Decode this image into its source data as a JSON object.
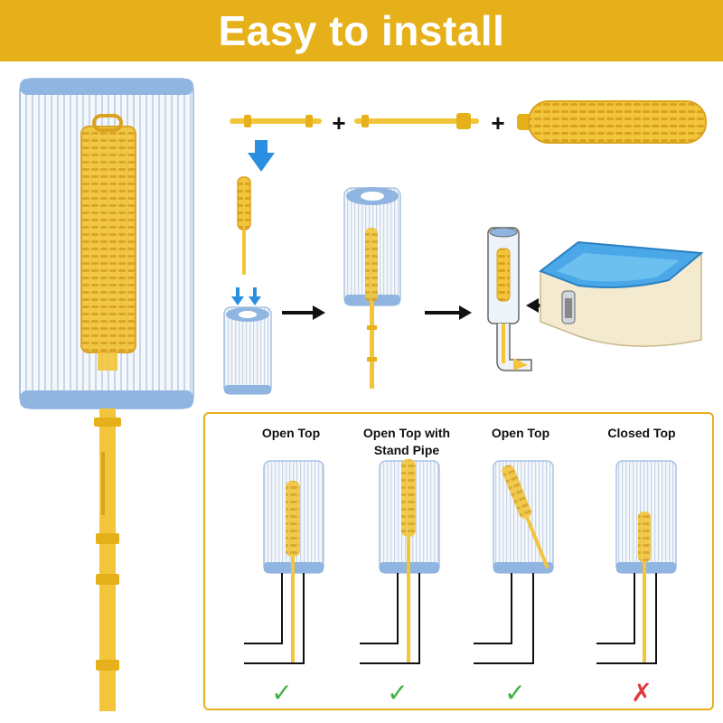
{
  "header": {
    "title": "Easy to install"
  },
  "colors": {
    "banner": "#e5b01a",
    "part_yellow": "#f2c53a",
    "filter_blue": "#8fb5e0",
    "arrow_blue": "#2a8fe0",
    "check_green": "#3cb043",
    "cross_red": "#e0393e"
  },
  "assembly": {
    "plus_symbol": "+"
  },
  "options": [
    {
      "label": "Open Top",
      "mark": "✓",
      "mark_icon": "check-icon"
    },
    {
      "label": "Open Top with Stand Pipe",
      "mark": "✓",
      "mark_icon": "check-icon"
    },
    {
      "label": "Open Top",
      "mark": "✓",
      "mark_icon": "check-icon"
    },
    {
      "label": "Closed Top",
      "mark": "✗",
      "mark_icon": "cross-icon"
    }
  ]
}
